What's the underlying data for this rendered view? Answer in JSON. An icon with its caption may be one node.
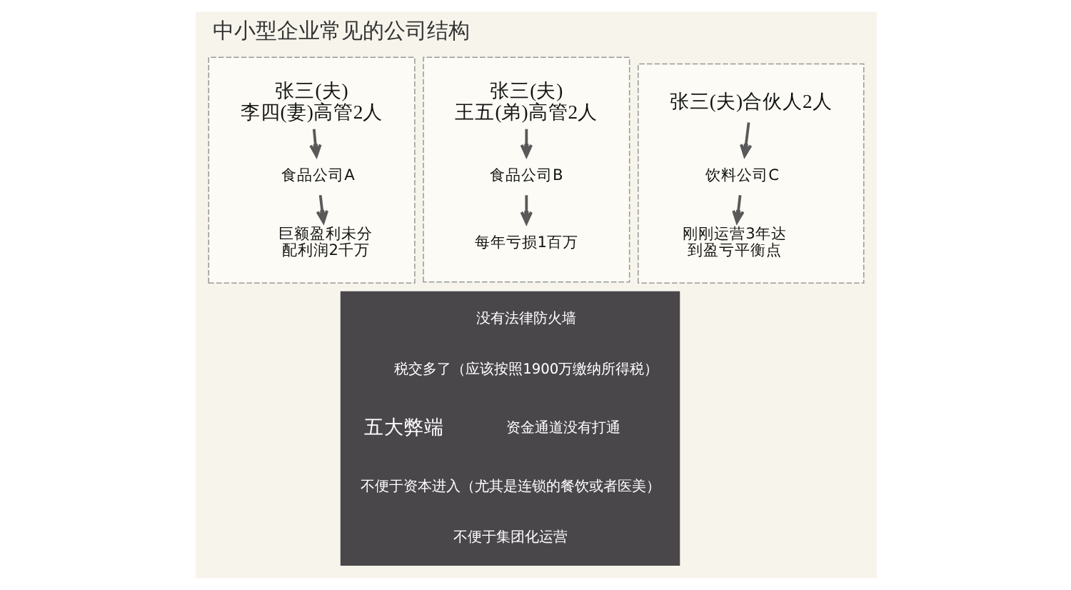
{
  "diagram": {
    "title": "中小型企业常见的公司结构",
    "nodes": [
      {
        "text": [],
        "shape": "box"
      },
      {
        "text": [
          "张三(夫) 李四(妻)高管2人"
        ],
        "in": 0
      },
      {
        "text": [
          "食品公司A"
        ],
        "in": 0
      },
      {
        "text": [
          "巨额盈利未分配利润2千万"
        ],
        "in": 0
      },
      {
        "text": [],
        "shape": "box"
      },
      {
        "text": [
          "张三(夫) 王五(弟)高管2人"
        ],
        "in": 4
      },
      {
        "text": [
          "食品公司B"
        ],
        "in": 4
      },
      {
        "text": [
          "每年亏损1百万"
        ],
        "in": 4
      },
      {
        "text": [],
        "shape": "box"
      },
      {
        "text": [
          "张三(夫)合伙人2人"
        ],
        "in": 8
      },
      {
        "text": [
          "饮料公司C"
        ],
        "in": 8
      },
      {
        "text": [
          "刚刚运营3年达到盈亏平衡点"
        ],
        "in": 8
      },
      {
        "text": [],
        "shape": "box"
      },
      {
        "text": [
          "五大弊端"
        ],
        "in": 12
      }
    ],
    "edges": [
      {
        "from": 1,
        "to": 2,
        "arrow": "to"
      },
      {
        "from": 2,
        "to": 3,
        "arrow": "to"
      },
      {
        "from": 5,
        "to": 6,
        "arrow": "to"
      },
      {
        "from": 6,
        "to": 7,
        "arrow": "to"
      },
      {
        "from": 9,
        "to": 10,
        "arrow": "to"
      },
      {
        "from": 10,
        "to": 11,
        "arrow": "to"
      }
    ],
    "labels": [
      "没有法律防火墙",
      "税交多了（应该按照1900万缴纳所得税）",
      "资金通道没有打通",
      "不便于资本进入（尤其是连锁的餐饮或者医美）",
      "不便于集团化运营"
    ]
  }
}
